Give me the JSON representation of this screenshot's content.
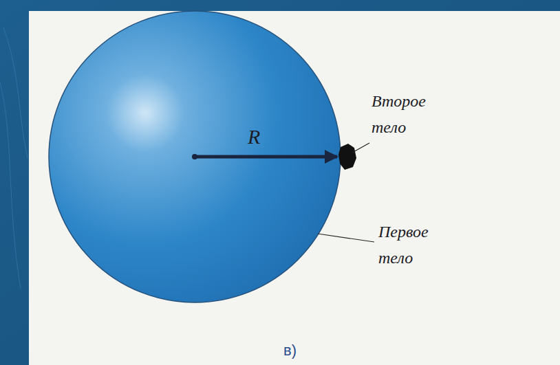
{
  "diagram": {
    "labels": [
      "R",
      "Второе тело",
      "Первое тело",
      "в)"
    ]
  }
}
